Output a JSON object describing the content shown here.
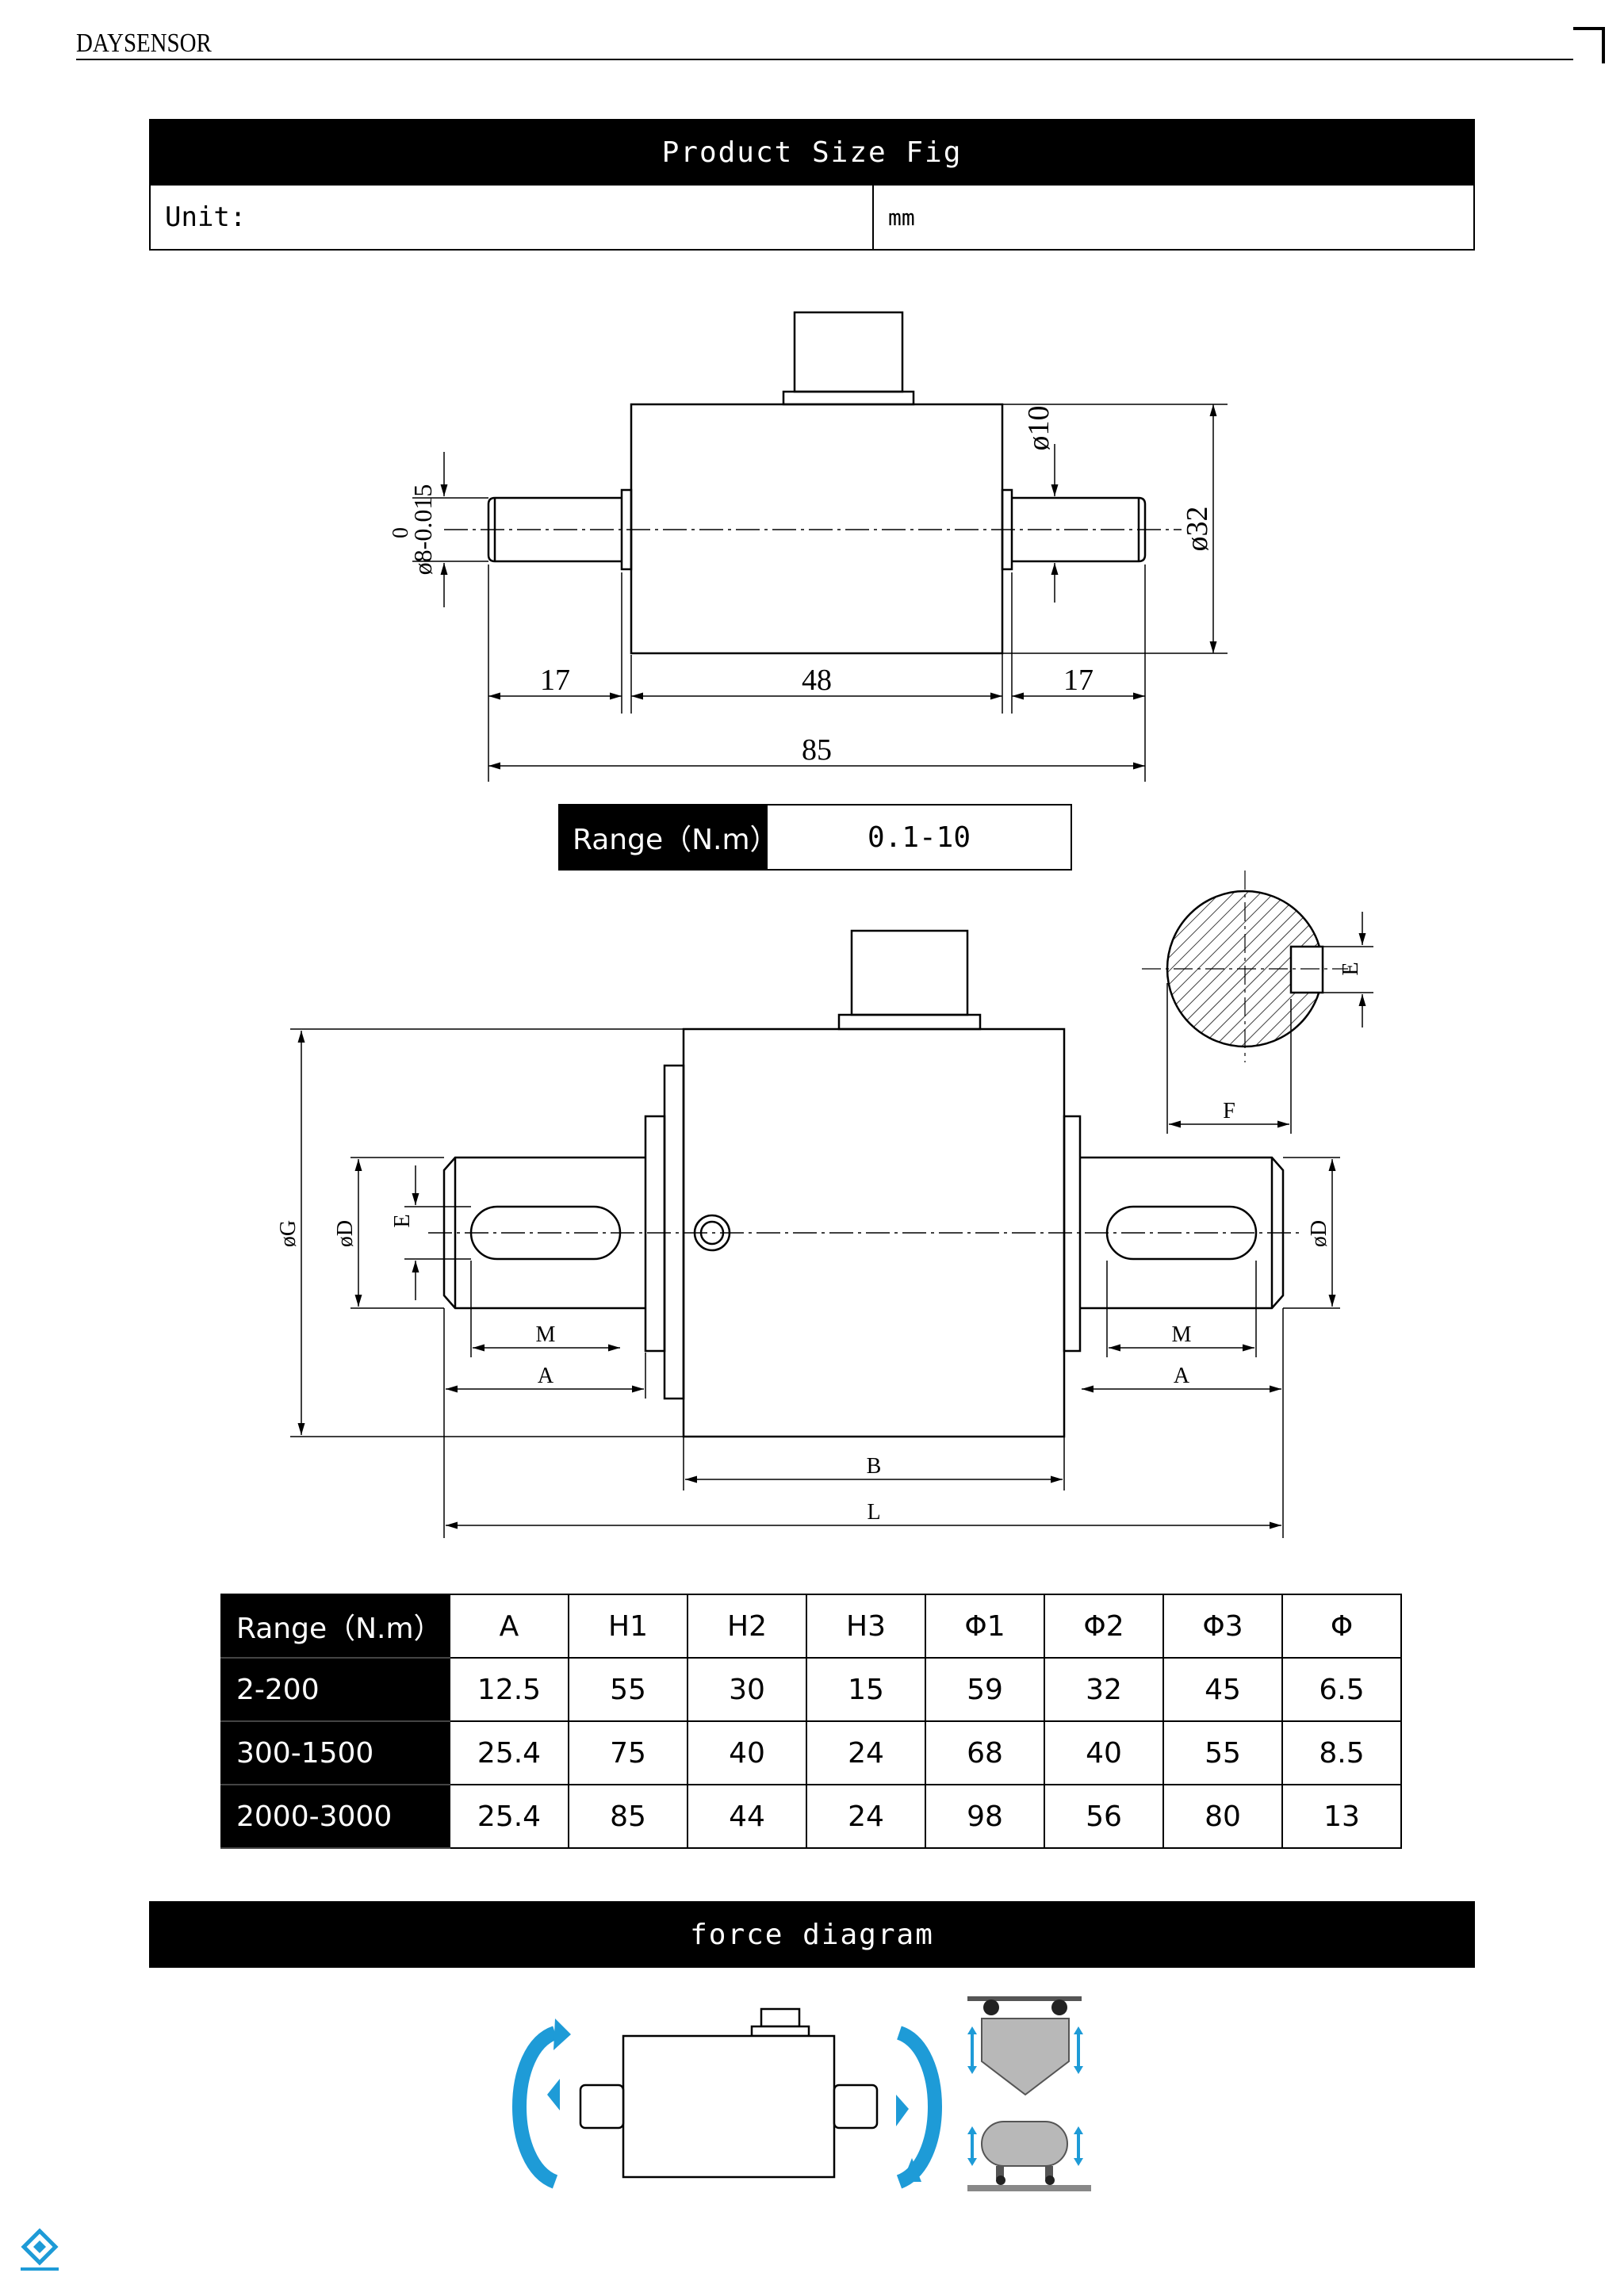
{
  "brand": "DAYSENSOR",
  "size_section": {
    "title": "Product Size Fig",
    "unit_label": "Unit:",
    "unit_value": "mm"
  },
  "drawing1": {
    "shaft_tol_top": "0",
    "shaft_tol_dim": "ø8-0.015",
    "dia_small": "ø10",
    "dia_body": "ø32",
    "dims": [
      "17",
      "48",
      "17",
      "85"
    ]
  },
  "range1": {
    "label": "Range（N.m）",
    "value": "0.1-10"
  },
  "drawing2": {
    "labels": {
      "G": "øG",
      "D": "øD",
      "E": "E",
      "M": "M",
      "A": "A",
      "B": "B",
      "L": "L",
      "F": "F"
    }
  },
  "spec_table": {
    "headers": [
      "Range（N.m）",
      "A",
      "H1",
      "H2",
      "H3",
      "Φ1",
      "Φ2",
      "Φ3",
      "Φ"
    ],
    "rows": [
      [
        "2-200",
        "12.5",
        "55",
        "30",
        "15",
        "59",
        "32",
        "45",
        "6.5"
      ],
      [
        "300-1500",
        "25.4",
        "75",
        "40",
        "24",
        "68",
        "40",
        "55",
        "8.5"
      ],
      [
        "2000-3000",
        "25.4",
        "85",
        "44",
        "24",
        "98",
        "56",
        "80",
        "13"
      ]
    ]
  },
  "force_section": {
    "title": "force diagram"
  },
  "colors": {
    "accent_blue": "#1e9bd7",
    "black": "#000000"
  }
}
